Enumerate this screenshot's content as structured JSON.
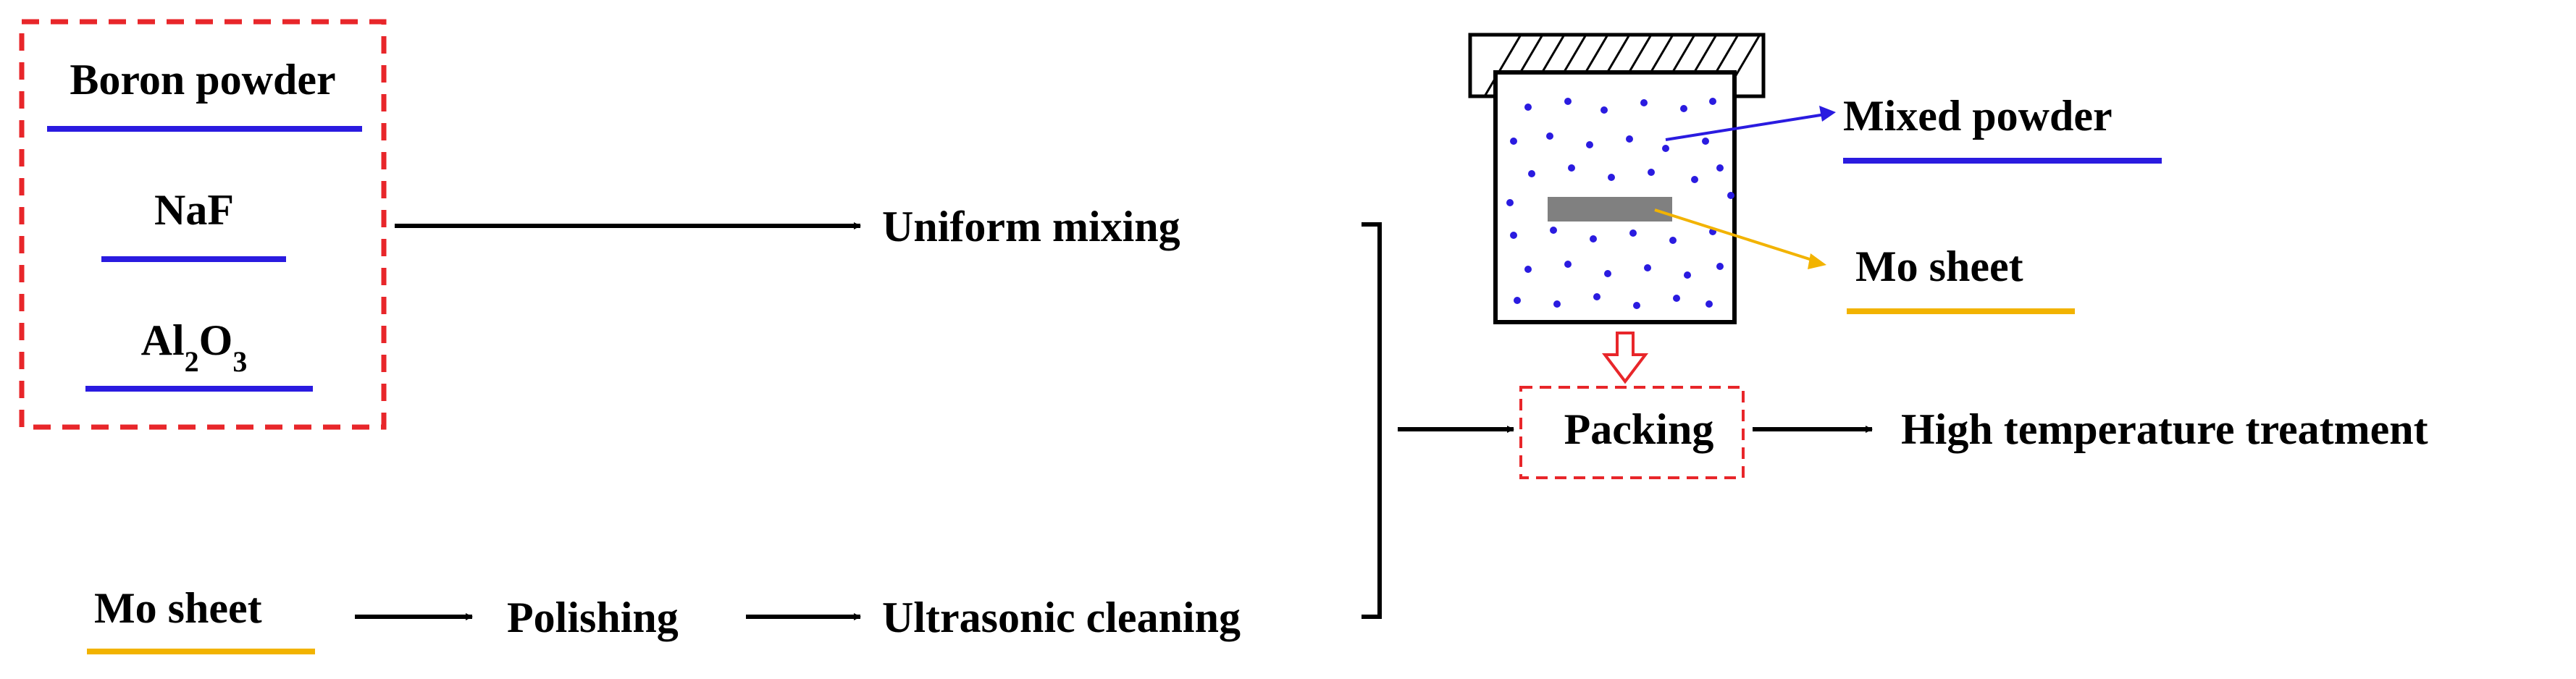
{
  "materials": {
    "boron_powder": "Boron powder",
    "naf": "NaF",
    "al2o3": {
      "al": "Al",
      "sub_al": "2",
      "o": "O",
      "sub_o": "3"
    }
  },
  "steps": {
    "uniform_mixing": "Uniform mixing",
    "mo_sheet_start": "Mo sheet",
    "polishing": "Polishing",
    "ultrasonic_cleaning": "Ultrasonic cleaning",
    "packing": "Packing",
    "high_temperature_treatment": "High temperature treatment"
  },
  "crucible_labels": {
    "mixed_powder": "Mixed powder",
    "mo_sheet": "Mo sheet"
  },
  "colors": {
    "dashed_box": "#e8262a",
    "blue_underline": "#2a1be0",
    "yellow_underline": "#f2b300",
    "powder_dots": "#2a1be0",
    "mo_sheet_fill": "#808080",
    "down_arrow": "#e8262a",
    "arrows": "#000000"
  }
}
